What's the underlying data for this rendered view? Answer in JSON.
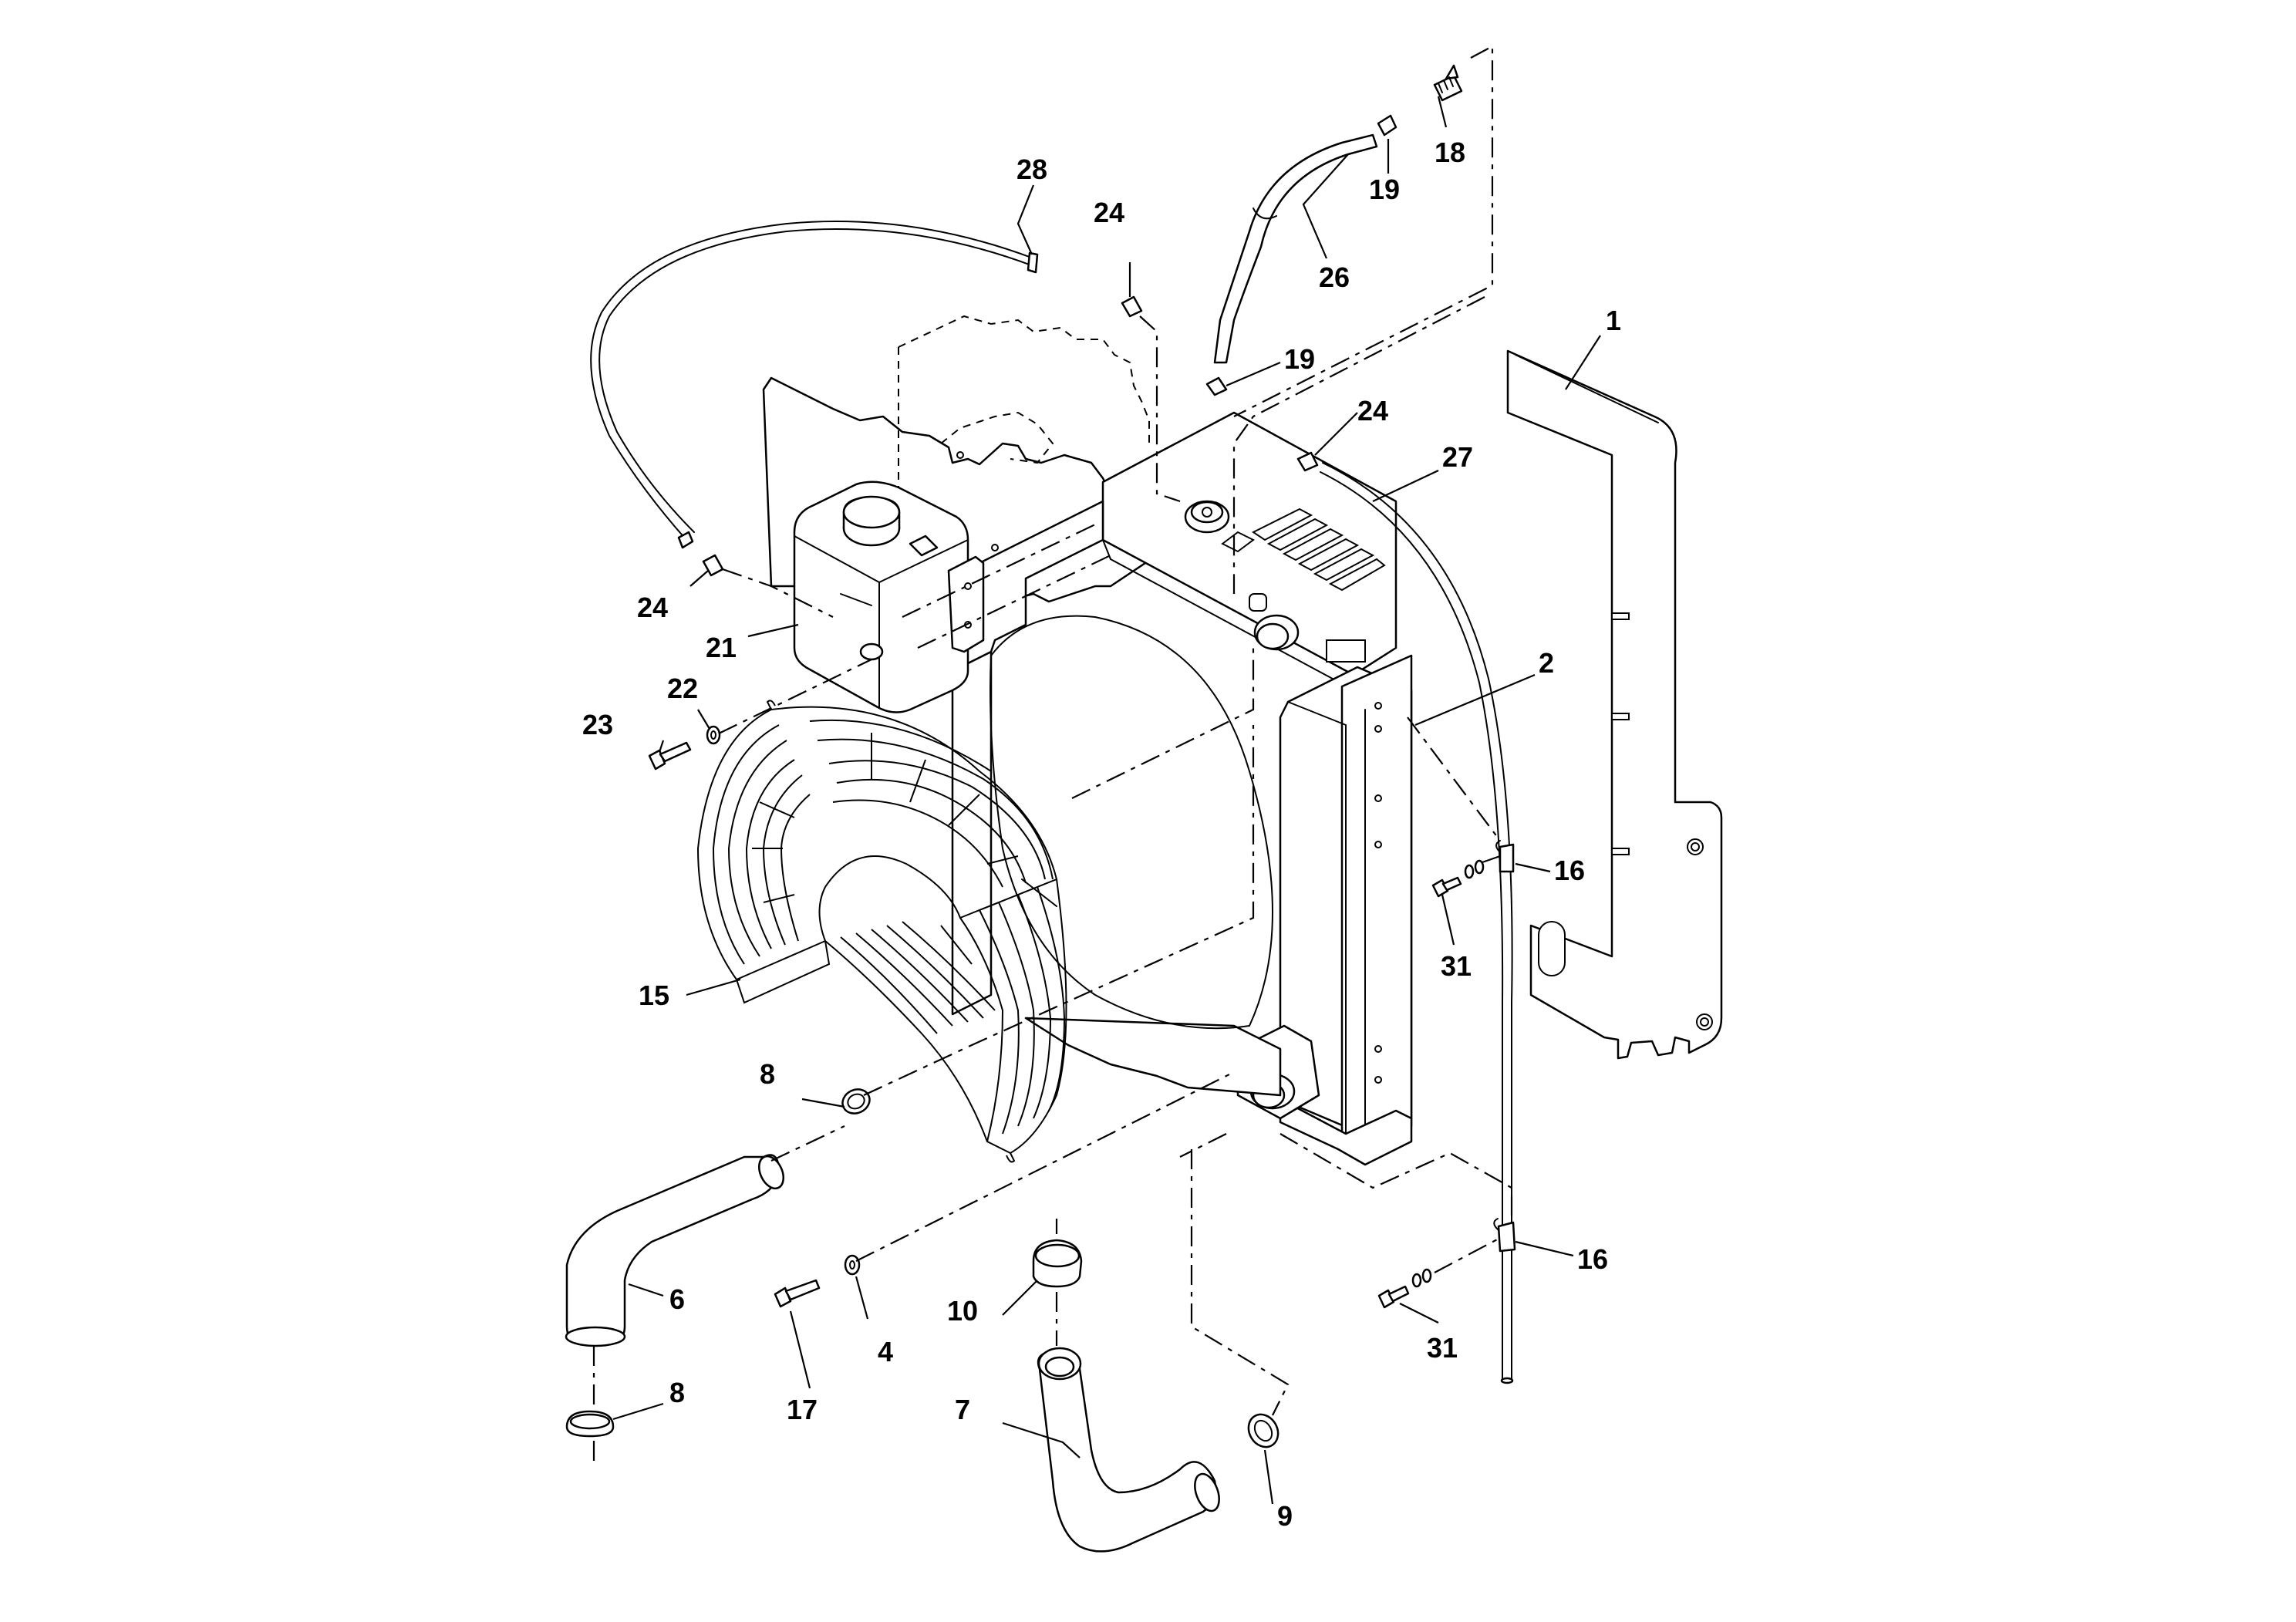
{
  "diagram": {
    "callouts": [
      {
        "id": "c1",
        "label": "1"
      },
      {
        "id": "c2",
        "label": "2"
      },
      {
        "id": "c4",
        "label": "4"
      },
      {
        "id": "c6",
        "label": "6"
      },
      {
        "id": "c7",
        "label": "7"
      },
      {
        "id": "c8a",
        "label": "8"
      },
      {
        "id": "c8b",
        "label": "8"
      },
      {
        "id": "c9",
        "label": "9"
      },
      {
        "id": "c10",
        "label": "10"
      },
      {
        "id": "c15",
        "label": "15"
      },
      {
        "id": "c16a",
        "label": "16"
      },
      {
        "id": "c16b",
        "label": "16"
      },
      {
        "id": "c17",
        "label": "17"
      },
      {
        "id": "c18",
        "label": "18"
      },
      {
        "id": "c19a",
        "label": "19"
      },
      {
        "id": "c19b",
        "label": "19"
      },
      {
        "id": "c21",
        "label": "21"
      },
      {
        "id": "c22",
        "label": "22"
      },
      {
        "id": "c23",
        "label": "23"
      },
      {
        "id": "c24a",
        "label": "24"
      },
      {
        "id": "c24b",
        "label": "24"
      },
      {
        "id": "c24c",
        "label": "24"
      },
      {
        "id": "c26",
        "label": "26"
      },
      {
        "id": "c27",
        "label": "27"
      },
      {
        "id": "c28",
        "label": "28"
      },
      {
        "id": "c31a",
        "label": "31"
      },
      {
        "id": "c31b",
        "label": "31"
      }
    ]
  }
}
